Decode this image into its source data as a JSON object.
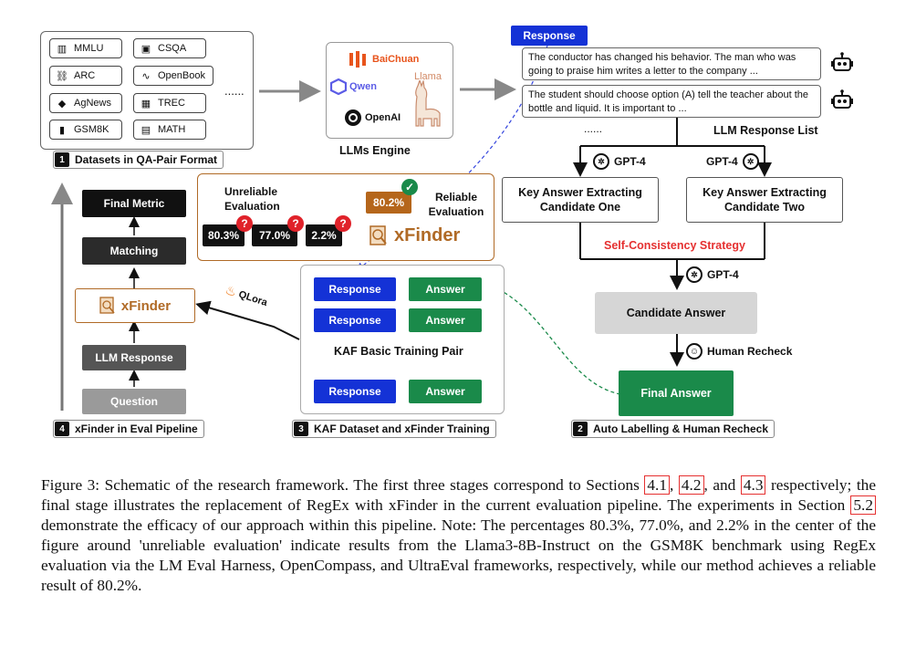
{
  "datasets": {
    "items": [
      {
        "name": "MMLU",
        "icon": "building-icon"
      },
      {
        "name": "CSQA",
        "icon": "chip-icon"
      },
      {
        "name": "ARC",
        "icon": "link-icon"
      },
      {
        "name": "OpenBook",
        "icon": "wave-icon"
      },
      {
        "name": "AgNews",
        "icon": "tag-icon"
      },
      {
        "name": "TREC",
        "icon": "grid-icon"
      },
      {
        "name": "GSM8K",
        "icon": "bar-icon"
      },
      {
        "name": "MATH",
        "icon": "calc-icon"
      }
    ],
    "ellipsis": "......",
    "stage_number": "1",
    "stage_label": "Datasets in QA-Pair Format"
  },
  "llms": {
    "baichuan": "BaiChuan",
    "qwen": "Qwen",
    "llama": "Llama",
    "openai": "OpenAI",
    "label": "LLMs Engine"
  },
  "responses": {
    "tag": "Response",
    "r1": "The conductor has changed his behavior. The man who was going to praise him writes a letter to the company ...",
    "r2": "The student should choose option (A) tell the teacher about the bottle and liquid. It is important to ...",
    "ellipsis": "......",
    "list_label": "LLM Response List"
  },
  "labelling": {
    "gpt_left": "GPT-4",
    "gpt_right": "GPT-4",
    "candidate_one": "Key Answer Extracting Candidate One",
    "candidate_two": "Key Answer Extracting Candidate Two",
    "strategy": "Self-Consistency Strategy",
    "gpt_mid": "GPT-4",
    "candidate_answer": "Candidate Answer",
    "human_recheck": "Human Recheck",
    "final_answer": "Final Answer",
    "stage_number": "2",
    "stage_label": "Auto Labelling & Human Recheck"
  },
  "kaf": {
    "response": "Response",
    "answer": "Answer",
    "pair_label": "KAF Basic Training Pair",
    "stage_number": "3",
    "stage_label": "KAF Dataset and xFinder Training"
  },
  "eval": {
    "unreliable": "Unreliable Evaluation",
    "reliable": "Reliable Evaluation",
    "reliable_value": "80.2%",
    "values": [
      "80.3%",
      "77.0%",
      "2.2%"
    ],
    "qmark": "?",
    "xfinder": "xFinder"
  },
  "pipeline": {
    "final_metric": "Final Metric",
    "matching": "Matching",
    "xfinder": "xFinder",
    "llm_response": "LLM Response",
    "question": "Question",
    "qlora": "QLora",
    "stage_number": "4",
    "stage_label": "xFinder in Eval Pipeline"
  },
  "caption": {
    "p1": "Figure 3: Schematic of the research framework. The first three stages correspond to Sections ",
    "ref1": "4.1",
    "sep1": ", ",
    "ref2": "4.2",
    "p2": ", and ",
    "ref3": "4.3",
    "p3": " respectively; the final stage illustrates the replacement of RegEx with xFinder in the current evaluation pipeline. The experiments in Section ",
    "ref4": "5.2",
    "p4": " demonstrate the efficacy of our approach within this pipeline. Note: The percentages 80.3%, 77.0%, and 2.2% in the center of the figure around 'unreliable evaluation' indicate results from the Llama3-8B-Instruct on the GSM8K benchmark using RegEx evaluation via the LM Eval Harness, OpenCompass, and UltraEval frameworks, respectively, while our method achieves a reliable result of 80.2%."
  }
}
